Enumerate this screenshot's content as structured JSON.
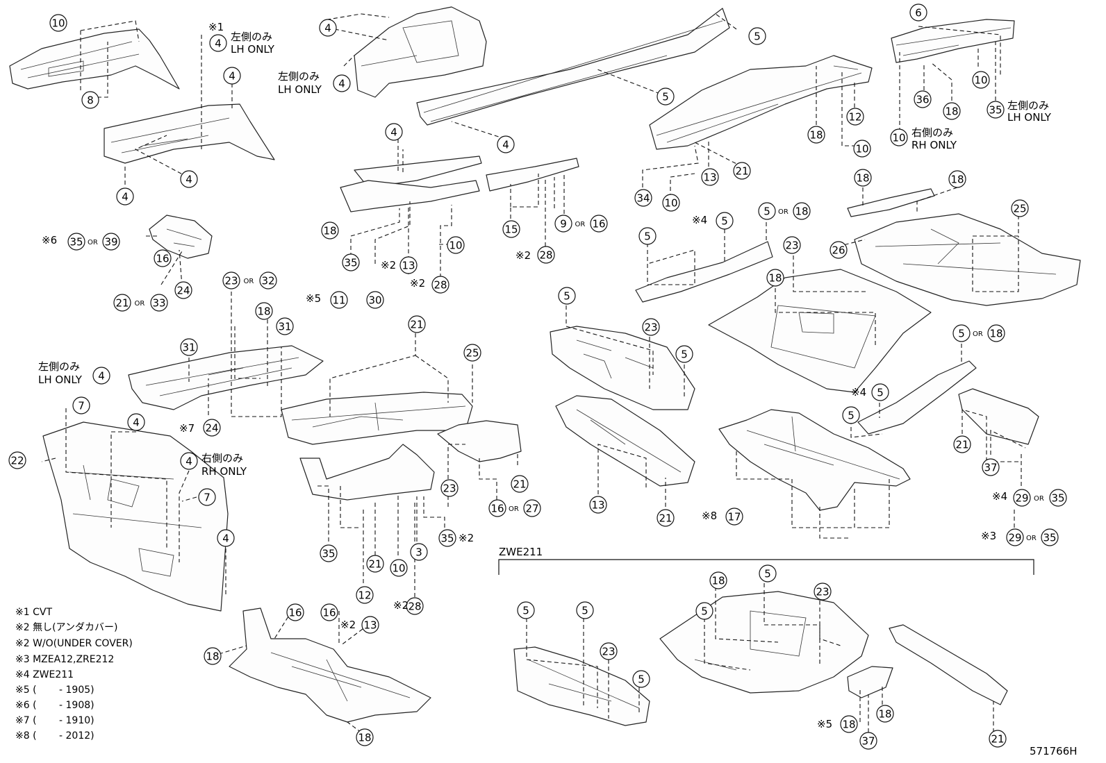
{
  "diagram_id": "571766H",
  "group_label": "ZWE211",
  "or_text": "OR",
  "text_labels": {
    "lh_jp": "左側のみ",
    "lh_en": "LH ONLY",
    "rh_jp": "右側のみ",
    "rh_en": "RH ONLY",
    "m1": "※1",
    "m2": "※2",
    "m3": "※3",
    "m4": "※4",
    "m5": "※5",
    "m6": "※6",
    "m7": "※7",
    "m8": "※8"
  },
  "notes": [
    "※1 CVT",
    "※2 無し(アンダカバー)",
    "※2 W/O(UNDER COVER)",
    "※3 MZEA12,ZRE212",
    "※4 ZWE211",
    "※5 (　　 - 1905)",
    "※6 (　　 - 1908)",
    "※7 (　　 - 1910)",
    "※8 (　　 - 2012)"
  ]
}
